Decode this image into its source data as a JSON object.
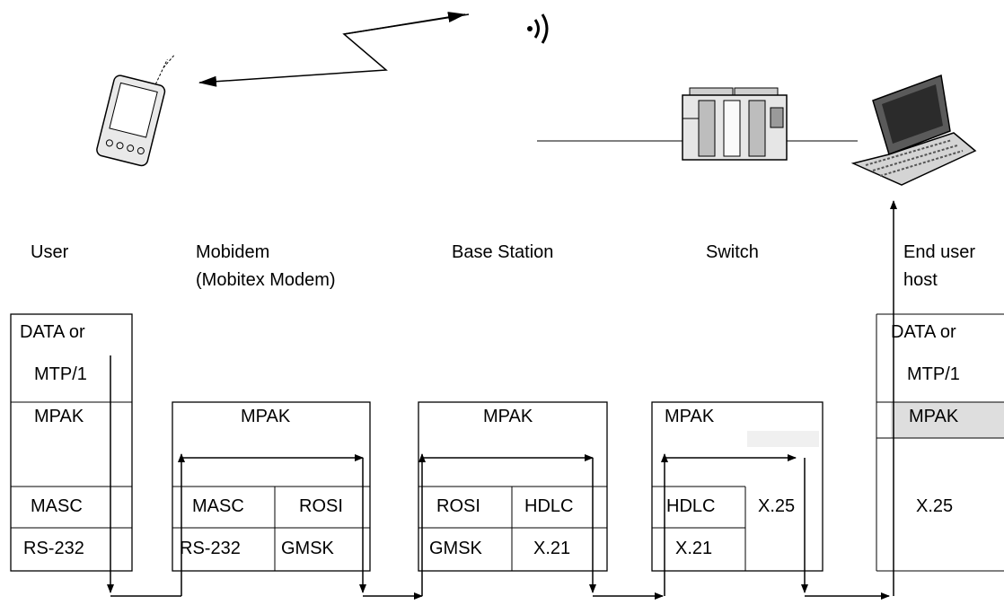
{
  "nodes": {
    "user": "User",
    "mobidem_line1": "Mobidem",
    "mobidem_line2": "(Mobitex Modem)",
    "base_station": "Base Station",
    "switch": "Switch",
    "end_user_line1": "End user",
    "end_user_line2": "host"
  },
  "stacks": {
    "user": {
      "data": "DATA or",
      "mtp": "MTP/1",
      "mpak": "MPAK",
      "masc": "MASC",
      "rs232": "RS-232"
    },
    "mobidem": {
      "mpak": "MPAK",
      "masc": "MASC",
      "rosi": "ROSI",
      "rs232": "RS-232",
      "gmsk": "GMSK"
    },
    "base_station": {
      "mpak": "MPAK",
      "rosi": "ROSI",
      "hdlc": "HDLC",
      "gmsk": "GMSK",
      "x21": "X.21"
    },
    "switch": {
      "mpak": "MPAK",
      "hdlc": "HDLC",
      "x25": "X.25",
      "x21": "X.21"
    },
    "end_user": {
      "data": "DATA or",
      "mtp": "MTP/1",
      "mpak": "MPAK",
      "x25": "X.25"
    }
  },
  "icons": {
    "handheld": "handheld-device-icon",
    "switch_hw": "network-switch-icon",
    "laptop": "laptop-icon",
    "radio": "radio-waves-icon"
  }
}
